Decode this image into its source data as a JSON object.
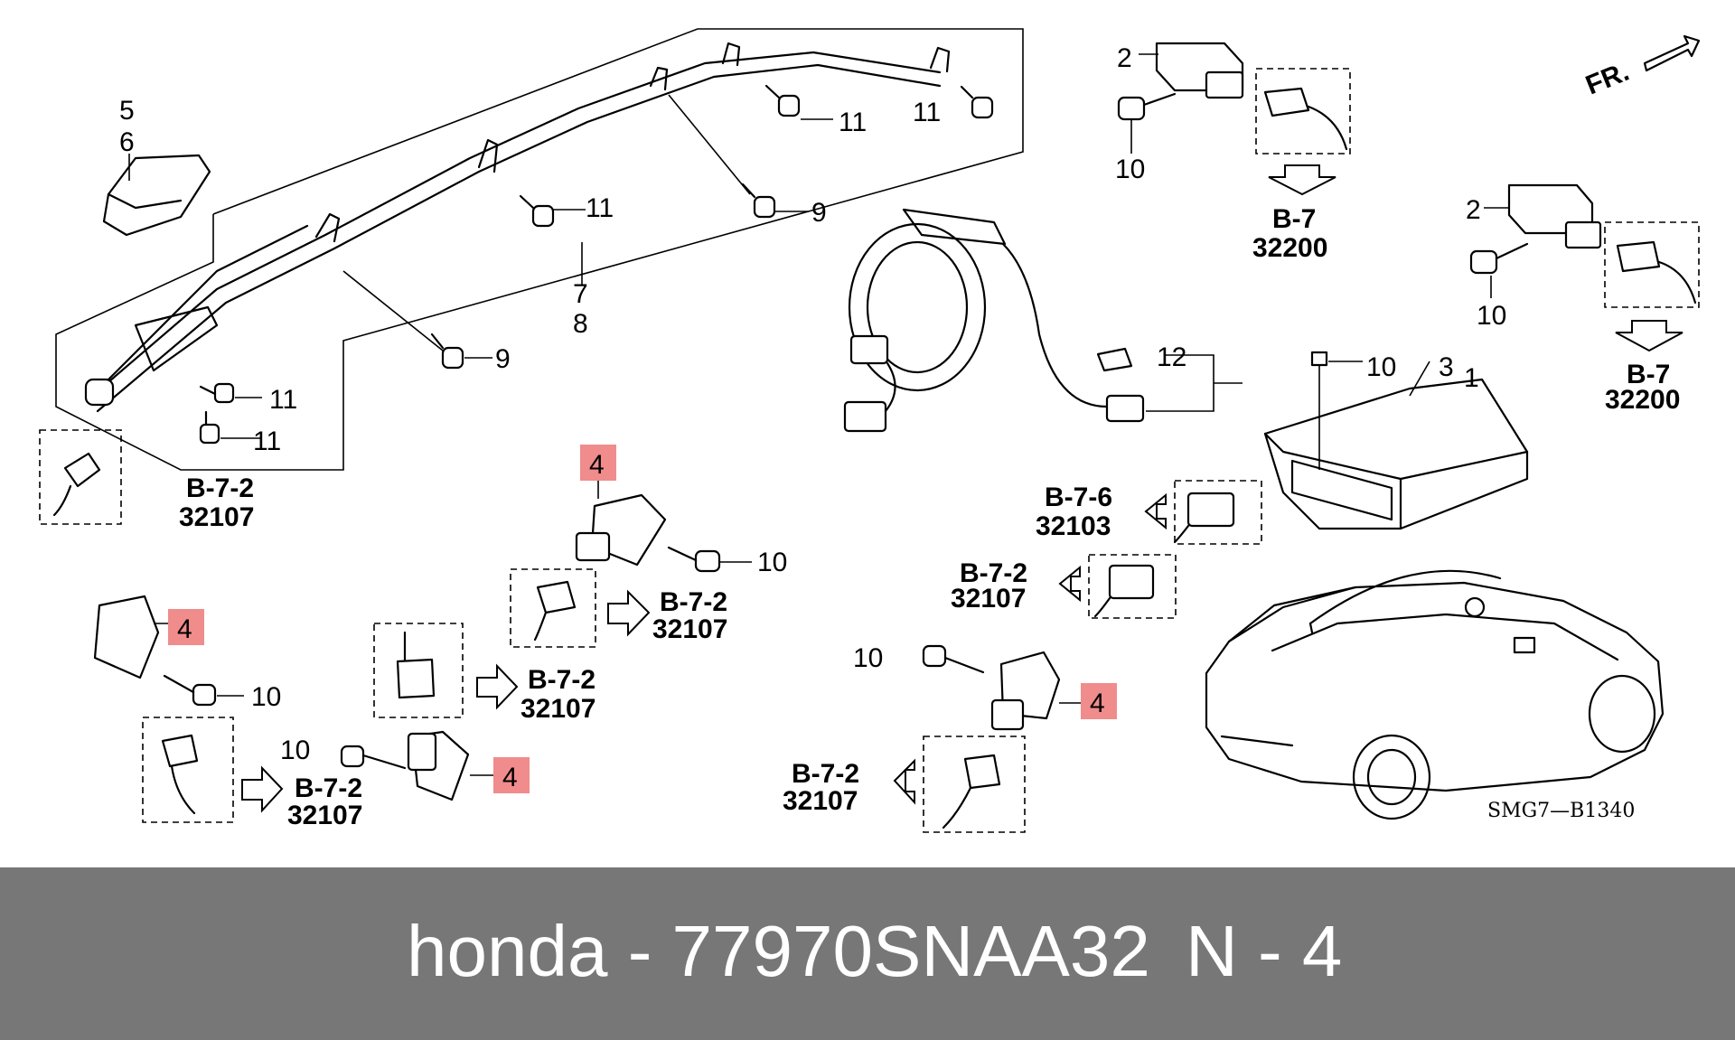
{
  "callouts": {
    "c1": "1",
    "c2a": "2",
    "c2b": "2",
    "c3": "3",
    "c4a": "4",
    "c4b": "4",
    "c4c": "4",
    "c4d": "4",
    "c5": "5",
    "c6": "6",
    "c7": "7",
    "c8": "8",
    "c9a": "9",
    "c9b": "9",
    "c10a": "10",
    "c10b": "10",
    "c10c": "10",
    "c10d": "10",
    "c10e": "10",
    "c10f": "10",
    "c10g": "10",
    "c11a": "11",
    "c11b": "11",
    "c11c": "11",
    "c11d": "11",
    "c11e": "11",
    "c12": "12"
  },
  "refs": {
    "r1": {
      "sec": "B-7",
      "num": "32200"
    },
    "r2": {
      "sec": "B-7",
      "num": "32200"
    },
    "r3": {
      "sec": "B-7-2",
      "num": "32107"
    },
    "r4": {
      "sec": "B-7-2",
      "num": "32107"
    },
    "r5": {
      "sec": "B-7-2",
      "num": "32107"
    },
    "r6": {
      "sec": "B-7-2",
      "num": "32107"
    },
    "r7": {
      "sec": "B-7-6",
      "num": "32103"
    },
    "r8": {
      "sec": "B-7-2",
      "num": "32107"
    },
    "r9": {
      "sec": "B-7-2",
      "num": "32107"
    }
  },
  "front_marker": "FR.",
  "diagram_code": "SMG7—B1340",
  "footer": {
    "brand_part": "honda - 77970SNAA32",
    "qty": "N - 4"
  },
  "colors": {
    "highlight": "#f08c8c",
    "footer_background": "#777777",
    "footer_text": "#ffffff"
  }
}
